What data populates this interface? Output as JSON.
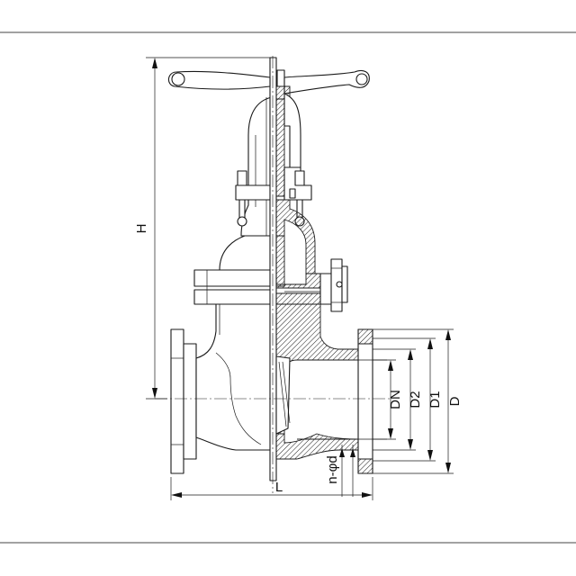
{
  "diagram": {
    "dimension_labels": {
      "height": "H",
      "length": "L",
      "nominal_diameter": "DN",
      "d2": "D2",
      "d1": "D1",
      "d": "D",
      "bolt_holes": "n-φd"
    }
  }
}
